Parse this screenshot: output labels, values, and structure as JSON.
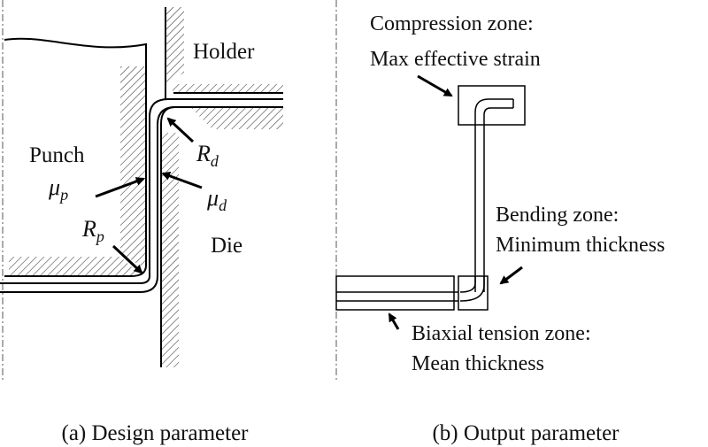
{
  "panel_a": {
    "labels": {
      "holder": "Holder",
      "punch": "Punch",
      "die": "Die"
    },
    "symbols": {
      "rd": {
        "base": "R",
        "sub": "d"
      },
      "mu_p": {
        "base": "μ",
        "sub": "p"
      },
      "mu_d": {
        "base": "μ",
        "sub": "d"
      },
      "rp": {
        "base": "R",
        "sub": "p"
      }
    },
    "caption": "(a) Design parameter"
  },
  "panel_b": {
    "compression": {
      "line1": "Compression zone:",
      "line2": "Max effective strain"
    },
    "bending": {
      "line1": "Bending zone:",
      "line2": "Minimum thickness"
    },
    "biaxial": {
      "line1": "Biaxial tension zone:",
      "line2": "Mean thickness"
    },
    "caption": "(b) Output parameter"
  }
}
